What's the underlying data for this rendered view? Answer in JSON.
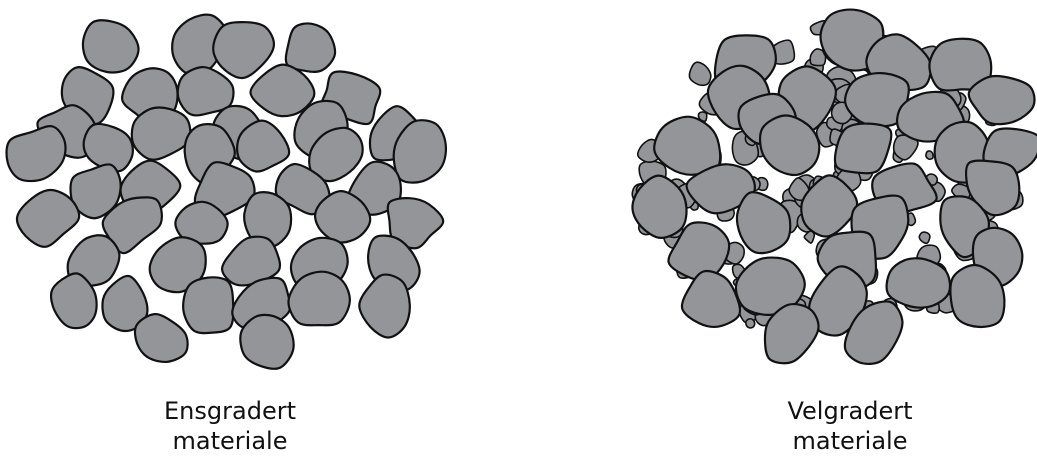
{
  "panels": [
    {
      "title_line1": "Ensgradert",
      "title_line2": "materiale",
      "fill": "#939598"
    },
    {
      "title_line1": "Velgradert",
      "title_line2": "materiale",
      "fill": "#939598"
    }
  ]
}
